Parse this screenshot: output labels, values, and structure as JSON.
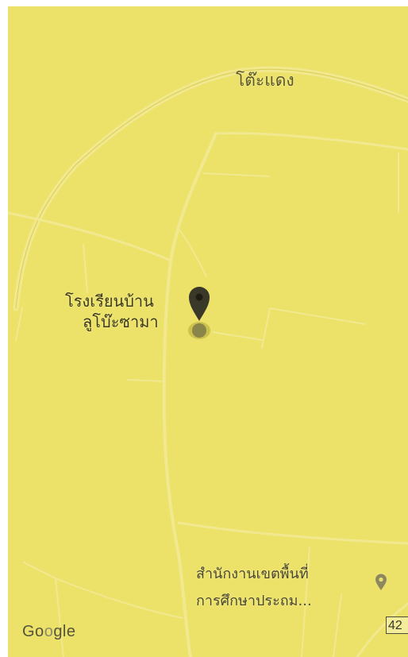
{
  "map": {
    "background_color": "#ece26a",
    "road_color": "#f1e88f",
    "labels": {
      "village": "โต๊ะแดง",
      "school_line1": "โรงเรียนบ้าน",
      "school_line2": "ลูโบ๊ะซามา",
      "office_line1": "สำนักงานเขตพื้นที่",
      "office_line2": "การศึกษาประถม..."
    },
    "attribution": {
      "google_left": "Go",
      "google_o": "o",
      "google_right": "gle"
    },
    "route_shield": "42",
    "icons": {
      "selected_pin": "map-pin-icon",
      "poi_marker": "poi-marker-icon"
    }
  }
}
